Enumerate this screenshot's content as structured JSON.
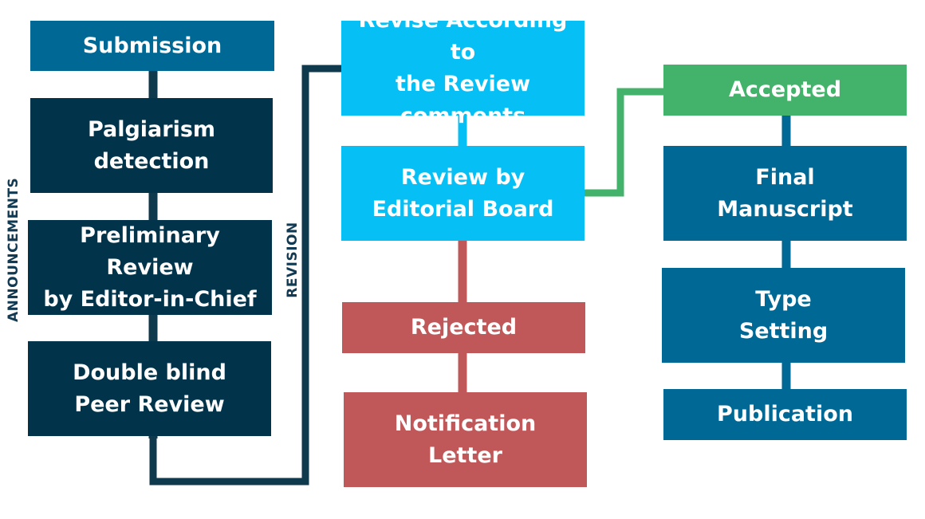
{
  "colors": {
    "submission": "#006894",
    "dark": "#01344a",
    "revision_blue": "#06bff5",
    "rejected": "#c0585a",
    "accepted": "#43b36b",
    "publish_teal": "#006894",
    "connector_dark": "#0f3a4e",
    "connector_green": "#43b36b"
  },
  "labels": {
    "announcements": "ANNOUNCEMENTS",
    "revision": "REVISION"
  },
  "nodes": {
    "submission": "Submission",
    "plagiarism": "Palgiarism\ndetection",
    "preliminary": "Preliminary Review\nby Editor-in-Chief",
    "double_blind": "Double blind\nPeer Review",
    "revise": "Revise According to\nthe Review\ncomments",
    "review_board": "Review by\nEditorial Board",
    "rejected": "Rejected",
    "notification": "Notification\nLetter",
    "accepted": "Accepted",
    "final_manuscript": "Final\nManuscript",
    "type_setting": "Type\nSetting",
    "publication": "Publication"
  }
}
